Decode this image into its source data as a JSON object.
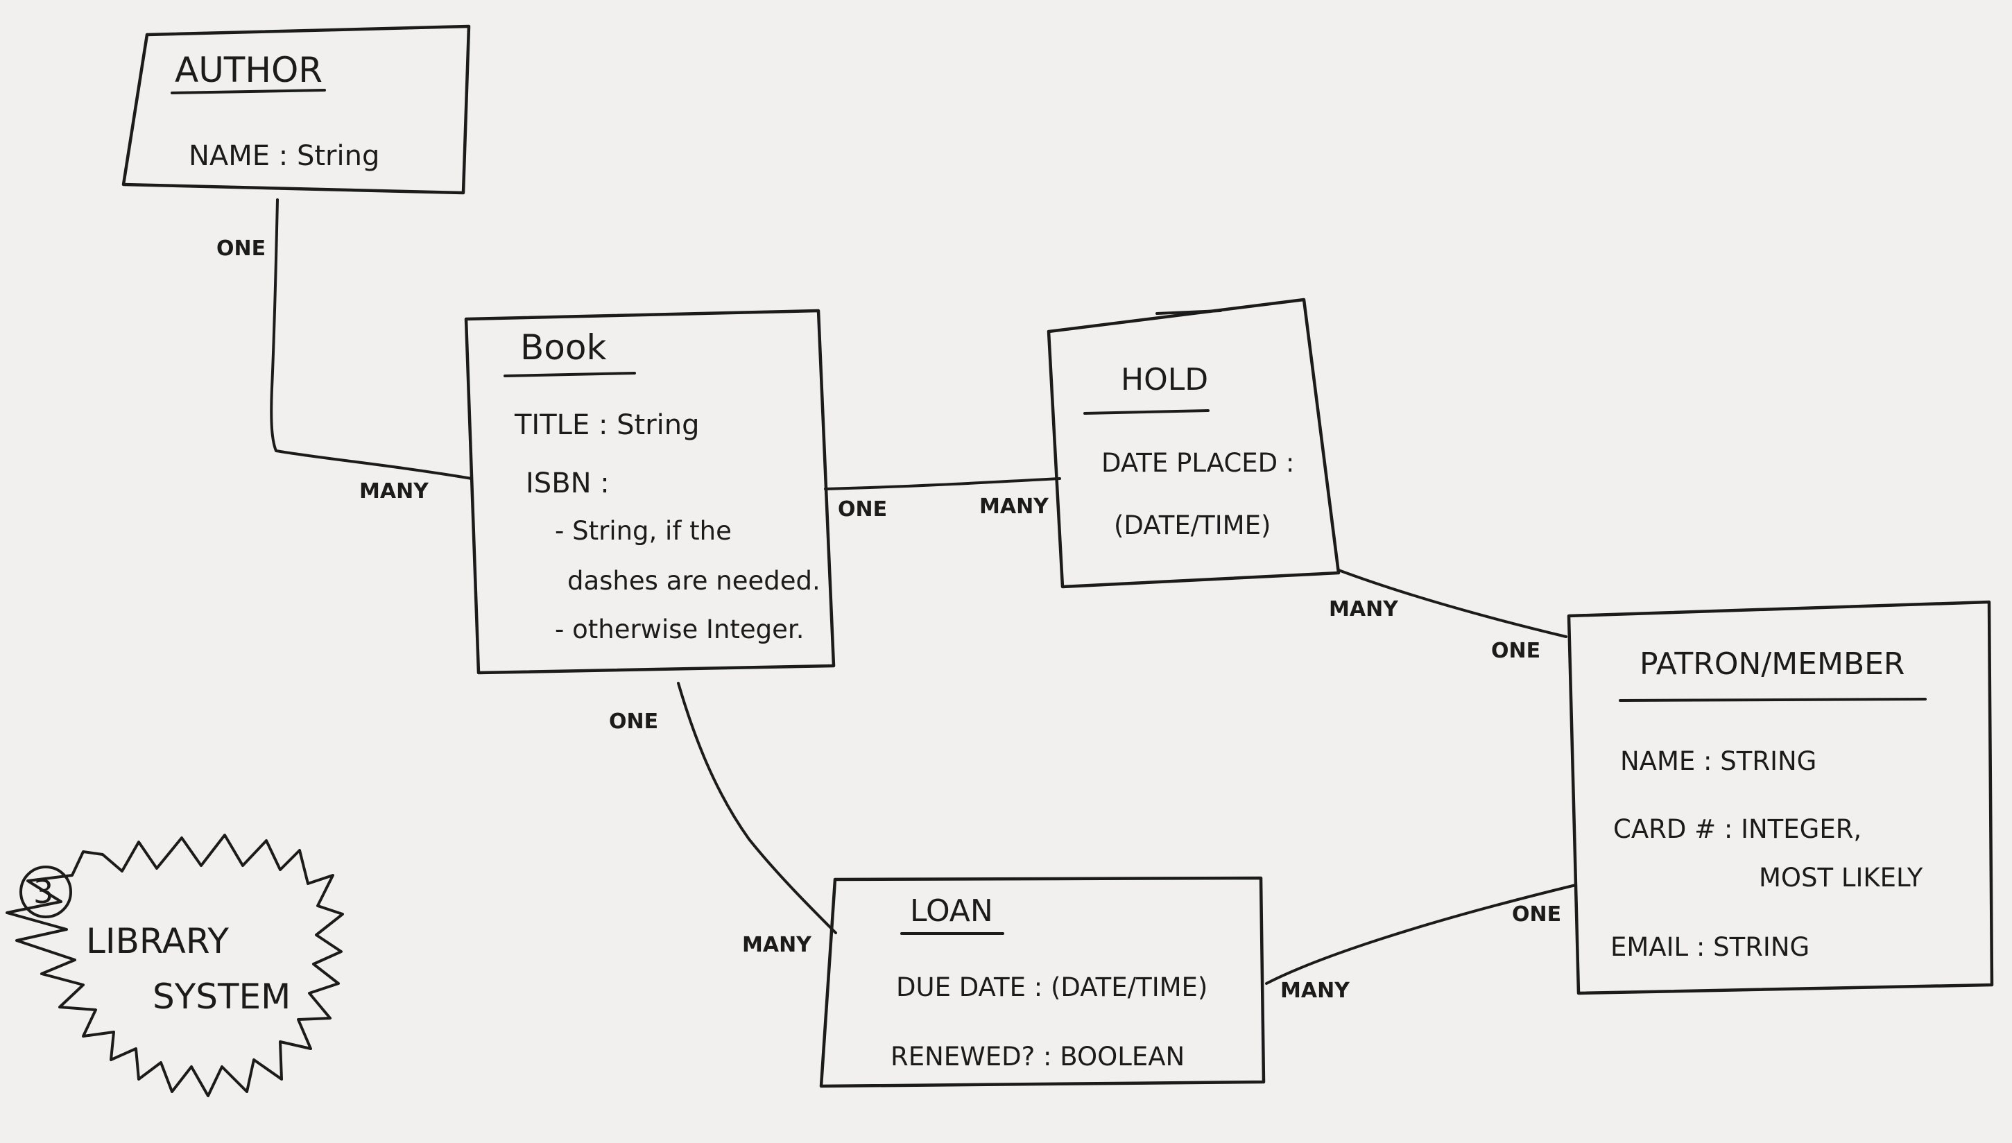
{
  "entities": {
    "author": {
      "title": "AUTHOR",
      "attrs": [
        "NAME : String"
      ]
    },
    "book": {
      "title": "Book",
      "attrs": [
        "TITLE : String",
        "ISBN :",
        "- String, if the",
        "dashes are needed.",
        "- otherwise Integer."
      ]
    },
    "hold": {
      "title": "HOLD",
      "attrs": [
        "DATE PLACED :",
        "(DATE/TIME)"
      ]
    },
    "patron": {
      "title": "PATRON/MEMBER",
      "attrs": [
        "NAME :  STRING",
        "CARD # :  INTEGER,",
        "MOST LIKELY",
        "EMAIL : STRING"
      ]
    },
    "loan": {
      "title": "LOAN",
      "attrs": [
        "DUE DATE : (DATE/TIME)",
        "RENEWED? :  BOOLEAN"
      ]
    }
  },
  "cardinalities": {
    "author_book_one": "ONE",
    "author_book_many": "MANY",
    "book_hold_one": "ONE",
    "book_hold_many": "MANY",
    "hold_patron_many": "MANY",
    "hold_patron_one": "ONE",
    "book_loan_one": "ONE",
    "book_loan_many": "MANY",
    "loan_patron_many": "MANY",
    "loan_patron_one": "ONE"
  },
  "badge": {
    "number": "3",
    "lines": [
      "LIBRARY",
      "SYSTEM"
    ]
  },
  "colors": {
    "paper": "#f1f0ee",
    "ink": "#1b1b1b"
  }
}
